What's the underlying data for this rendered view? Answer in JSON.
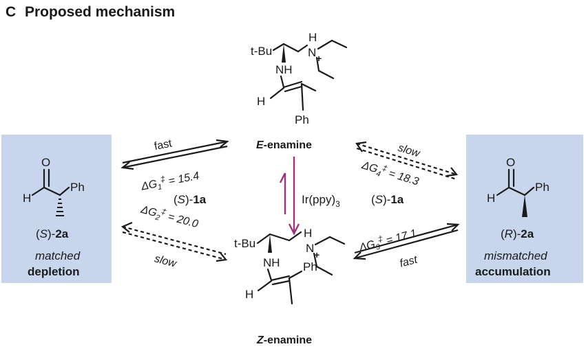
{
  "panel_letter": "C",
  "title": "Proposed mechanism",
  "colors": {
    "panel_bg": "#c7d6ec",
    "depletion": "#2e8bc8",
    "accumulation": "#9c2a6e",
    "photocatalyst_arrow": "#a0307a",
    "ink": "#1a1a1a"
  },
  "e_enamine": {
    "tBu": "t-Bu",
    "H": "H",
    "N": "N",
    "plus": "+",
    "NH": "NH",
    "H_vinyl": "H",
    "Ph": "Ph",
    "label_letter": "E",
    "label_rest": "-enamine"
  },
  "z_enamine": {
    "tBu": "t-Bu",
    "H": "H",
    "N": "N",
    "plus": "+",
    "NH": "NH",
    "H_vinyl": "H",
    "Ph": "Ph",
    "label_letter": "Z",
    "label_rest": "-enamine"
  },
  "left_box": {
    "O": "O",
    "H": "H",
    "Ph": "Ph",
    "label_open": "(",
    "label_config": "S",
    "label_close": ")-",
    "label_num": "2a",
    "matched": "matched",
    "depletion": "depletion"
  },
  "right_box": {
    "O": "O",
    "H": "H",
    "Ph": "Ph",
    "label_open": "(",
    "label_config": "R",
    "label_close": ")-",
    "label_num": "2a",
    "mismatched": "mismatched",
    "accumulation": "accumulation"
  },
  "arrows": {
    "top_left": {
      "label": "fast",
      "dg": "ΔG",
      "sub": "1",
      "dagger": "‡",
      "value": " = 15.4"
    },
    "top_right": {
      "label": "slow",
      "dg": "ΔG",
      "sub": "4",
      "dagger": "‡",
      "value": " = 18.3"
    },
    "bottom_left": {
      "label": "slow",
      "dg": "ΔG",
      "sub": "2",
      "dagger": "‡",
      "value": " = 20.0"
    },
    "bottom_right": {
      "label": "fast",
      "dg": "ΔG",
      "sub": "3",
      "dagger": "‡",
      "value": " = 17.1"
    }
  },
  "catalyst_left": {
    "open": "(",
    "config": "S",
    "close": ")-",
    "num": "1a"
  },
  "catalyst_right": {
    "open": "(",
    "config": "S",
    "close": ")-",
    "num": "1a"
  },
  "photocatalyst": {
    "text": "Ir(ppy)",
    "sub": "3"
  }
}
